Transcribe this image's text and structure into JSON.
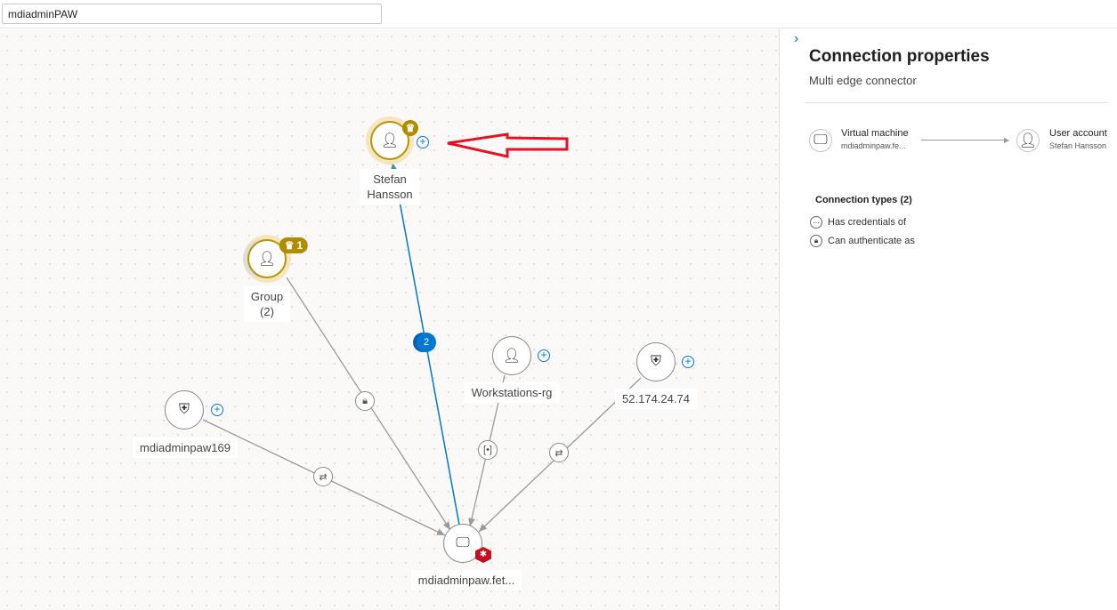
{
  "search": {
    "value": "mdiadminPAW"
  },
  "graph": {
    "nodes": {
      "stefan": {
        "label": "Stefan Hansson",
        "line1": "Stefan",
        "line2": "Hansson"
      },
      "group": {
        "line1": "Group",
        "line2": "(2)",
        "badge_count": "1"
      },
      "mdiadminpaw169": {
        "label": "mdiadminpaw169"
      },
      "workstations": {
        "label": "Workstations-rg"
      },
      "ip": {
        "label": "52.174.24.74"
      },
      "vm": {
        "label": "mdiadminpaw.fet..."
      }
    },
    "edge_count_badge": "2",
    "plus": "+"
  },
  "panel": {
    "title": "Connection properties",
    "subtitle": "Multi edge connector",
    "source": {
      "type": "Virtual machine",
      "name": "mdiadminpaw.fe..."
    },
    "target": {
      "type": "User account",
      "name": "Stefan Hansson"
    },
    "types_heading": "Connection types (2)",
    "types": [
      {
        "label": "Has credentials of",
        "icon": "ellipsis-icon"
      },
      {
        "label": "Can authenticate as",
        "icon": "lock-icon"
      }
    ]
  },
  "colors": {
    "accent": "#0078d4",
    "gold": "#b08c00",
    "alert": "#c50f1f",
    "annotation": "#e81123"
  }
}
